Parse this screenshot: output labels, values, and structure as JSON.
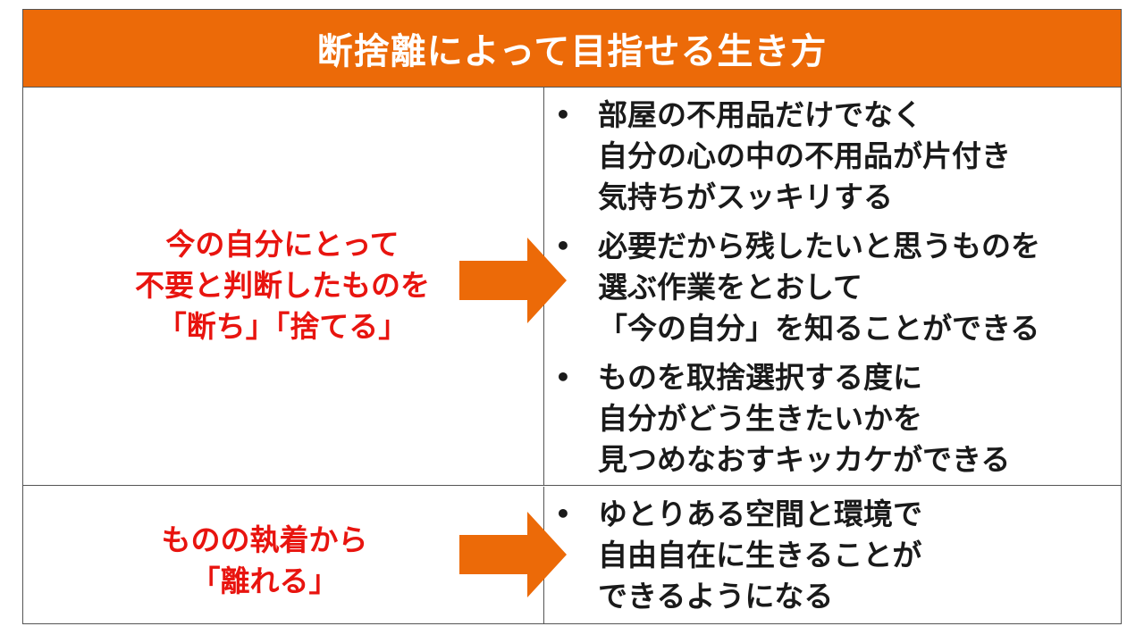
{
  "title": "断捨離によって目指せる生き方",
  "colors": {
    "header_bg": "#ec6a08",
    "arrow": "#ec6a08",
    "highlight_text": "#e8140f"
  },
  "rows": [
    {
      "left_lines": [
        "今の自分にとって",
        "不要と判断したものを",
        "「断ち」「捨てる」"
      ],
      "arrow_icon": "right-arrow-icon",
      "bullets": [
        {
          "lines": [
            "部屋の不用品だけでなく",
            "自分の心の中の不用品が片付き",
            "気持ちがスッキリする"
          ]
        },
        {
          "lines": [
            "必要だから残したいと思うものを",
            "選ぶ作業をとおして",
            "「今の自分」を知ることができる"
          ]
        },
        {
          "lines": [
            "ものを取捨選択する度に",
            "自分がどう生きたいかを",
            "見つめなおすキッカケができる"
          ]
        }
      ]
    },
    {
      "left_lines": [
        "ものの執着から",
        "「離れる」"
      ],
      "arrow_icon": "right-arrow-icon",
      "bullets": [
        {
          "lines": [
            "ゆとりある空間と環境で",
            "自由自在に生きることが",
            "できるようになる"
          ]
        }
      ]
    }
  ],
  "bullet_symbol": "•"
}
